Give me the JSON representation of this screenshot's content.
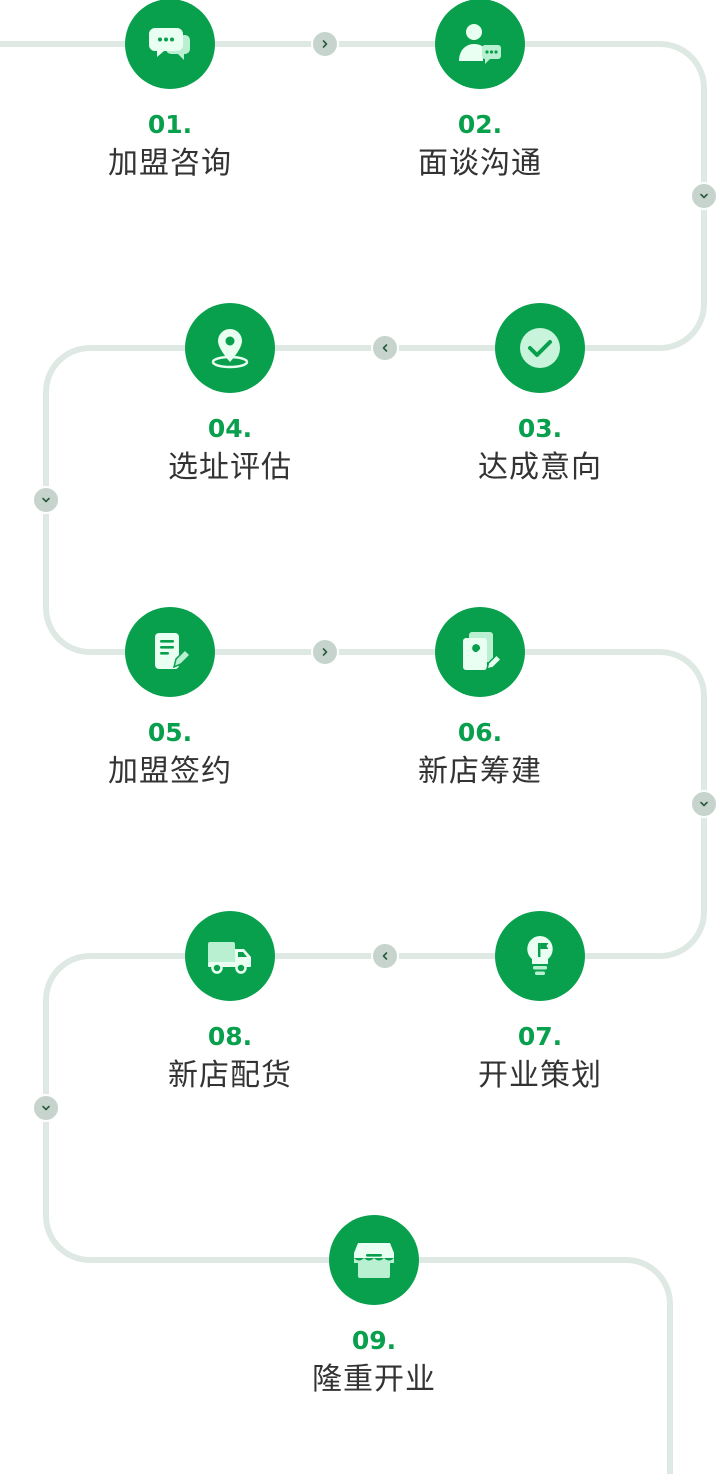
{
  "colors": {
    "accent": "#08a04c",
    "track": "#dfe9e4",
    "knob": "#c6d4cd",
    "title": "#333333"
  },
  "steps": [
    {
      "number": "01.",
      "title": "加盟咨询",
      "icon": "chat-bubbles-icon"
    },
    {
      "number": "02.",
      "title": "面谈沟通",
      "icon": "person-chat-icon"
    },
    {
      "number": "03.",
      "title": "达成意向",
      "icon": "check-circle-icon"
    },
    {
      "number": "04.",
      "title": "选址评估",
      "icon": "location-pin-icon"
    },
    {
      "number": "05.",
      "title": "加盟签约",
      "icon": "document-sign-icon"
    },
    {
      "number": "06.",
      "title": "新店筹建",
      "icon": "build-tools-icon"
    },
    {
      "number": "07.",
      "title": "开业策划",
      "icon": "lightbulb-flag-icon"
    },
    {
      "number": "08.",
      "title": "新店配货",
      "icon": "delivery-truck-icon"
    },
    {
      "number": "09.",
      "title": "隆重开业",
      "icon": "storefront-icon"
    }
  ]
}
